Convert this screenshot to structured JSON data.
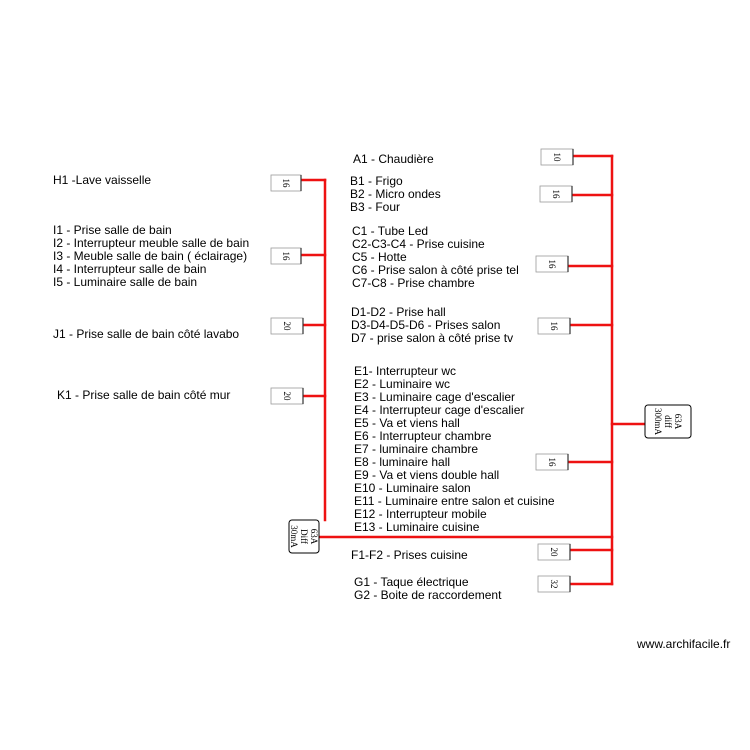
{
  "colors": {
    "wire": "#ee1111",
    "text": "#000000",
    "box_stroke": "#888888"
  },
  "left_circuits": [
    {
      "id": "H",
      "lines": [
        "H1 -Lave vaisselle"
      ],
      "breaker": "16"
    },
    {
      "id": "I",
      "lines": [
        "I1 - Prise salle de bain",
        "I2 - Interrupteur meuble salle de bain",
        "I3 - Meuble salle de bain ( éclairage)",
        "I4 - Interrupteur salle de bain",
        "I5 - Luminaire salle de bain"
      ],
      "breaker": "16"
    },
    {
      "id": "J",
      "lines": [
        "J1 - Prise salle de bain côté lavabo"
      ],
      "breaker": "20"
    },
    {
      "id": "K",
      "lines": [
        "K1 - Prise salle de bain côté mur"
      ],
      "breaker": "20"
    }
  ],
  "left_main": {
    "lines": [
      "63A",
      "Diff",
      "30mA"
    ]
  },
  "right_circuits": [
    {
      "id": "A",
      "lines": [
        "A1 - Chaudière"
      ],
      "breaker": "10"
    },
    {
      "id": "B",
      "lines": [
        "B1 - Frigo",
        "B2 - Micro ondes",
        "B3 - Four"
      ],
      "breaker": "16"
    },
    {
      "id": "C",
      "lines": [
        "C1 - Tube Led",
        "C2-C3-C4 - Prise cuisine",
        "C5 - Hotte",
        "C6 - Prise salon à côté prise tel",
        "C7-C8 - Prise chambre"
      ],
      "breaker": "16"
    },
    {
      "id": "D",
      "lines": [
        "D1-D2 - Prise hall",
        "D3-D4-D5-D6 - Prises salon",
        "D7 - prise salon à côté prise tv"
      ],
      "breaker": "16"
    },
    {
      "id": "E",
      "lines": [
        "E1- Interrupteur wc",
        "E2 - Luminaire wc",
        "E3 - Luminaire cage d'escalier",
        "E4 - Interrupteur cage d'escalier",
        "E5 - Va et viens hall",
        "E6 - Interrupteur chambre",
        "E7 - luminaire chambre",
        "E8 - luminaire hall",
        "E9 - Va et viens double hall",
        "E10 - Luminaire salon",
        "E11 - Luminaire entre salon et cuisine",
        "E12 - Interrupteur mobile",
        "E13 - Luminaire cuisine"
      ],
      "breaker": "16"
    },
    {
      "id": "F",
      "lines": [
        "F1-F2 - Prises cuisine"
      ],
      "breaker": "20"
    },
    {
      "id": "G",
      "lines": [
        "G1 - Taque électrique",
        "G2 - Boite de raccordement"
      ],
      "breaker": "32"
    }
  ],
  "right_main": {
    "lines": [
      "63A",
      "diff",
      "300mA"
    ]
  },
  "watermark": "www.archifacile.fr"
}
